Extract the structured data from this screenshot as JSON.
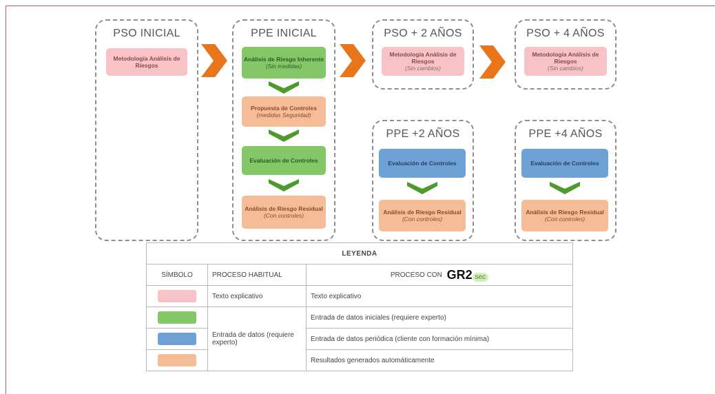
{
  "columns": {
    "pso_inicial": {
      "title": "PSO INICIAL",
      "boxes": [
        {
          "bold": "Metodología Análisis de Riesgos",
          "note": ""
        }
      ]
    },
    "ppe_inicial": {
      "title": "PPE INICIAL",
      "boxes": [
        {
          "bold": "Análisis de Riesgo Inherente",
          "note": "(Sin medidas)"
        },
        {
          "bold": "Propuesta de Controles",
          "note": "(medidas Seguridad)"
        },
        {
          "bold": "Evaluación de Controles",
          "note": ""
        },
        {
          "bold": "Análisis de Riesgo Residual",
          "note": "(Con controles)"
        }
      ]
    },
    "pso_2": {
      "title": "PSO + 2 AÑOS",
      "boxes": [
        {
          "bold": "Metodología Análisis de Riesgos",
          "note": "(Sin cambios)"
        }
      ]
    },
    "pso_4": {
      "title": "PSO + 4 AÑOS",
      "boxes": [
        {
          "bold": "Metodología Análisis de Riesgos",
          "note": "(Sin cambios)"
        }
      ]
    },
    "ppe_2": {
      "title": "PPE +2 AÑOS",
      "boxes": [
        {
          "bold": "Evaluación de Controles",
          "note": ""
        },
        {
          "bold": "Análisis de Riesgo Residual",
          "note": "(Con controles)"
        }
      ]
    },
    "ppe_4": {
      "title": "PPE +4 AÑOS",
      "boxes": [
        {
          "bold": "Evaluación de Controles",
          "note": ""
        },
        {
          "bold": "Análisis de Riesgo Residual",
          "note": "(Con controles)"
        }
      ]
    }
  },
  "colors": {
    "pink": "#f7c3c6",
    "green": "#84c768",
    "peach": "#f4bd98",
    "blue": "#6ea1d6",
    "arrow": "#e8751a",
    "chevron": "#4e9a2e"
  },
  "legend": {
    "title": "LEYENDA",
    "headers": {
      "symbol": "SÍMBOLO",
      "habitual": "PROCESO HABITUAL",
      "con": "PROCESO CON"
    },
    "logo": {
      "main": "GR2",
      "sub": "sec"
    },
    "rows": {
      "pink_habitual": "Texto explicativo",
      "pink_con": "Texto explicativo",
      "merged_habitual": "Entrada de datos (requiere experto)",
      "green_con": "Entrada de datos iniciales (requiere experto)",
      "blue_con": "Entrada de datos periódica (cliente con formación mínima)",
      "peach_con": "Resultados generados automáticamente"
    }
  }
}
